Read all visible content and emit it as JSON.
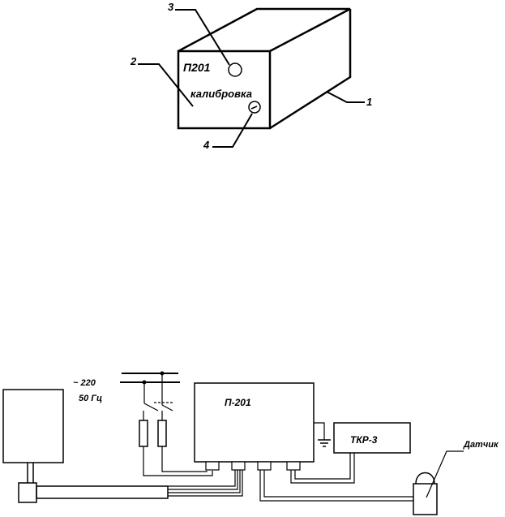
{
  "figure_top": {
    "device_name": "П201",
    "calibration_label": "калибровка",
    "callouts": [
      "1",
      "2",
      "3",
      "4"
    ]
  },
  "figure_bottom": {
    "mains_voltage": "~ 220",
    "mains_frequency": "50 Гц",
    "device_label": "П-201",
    "recorder_label": "ТКР-3",
    "sensor_label": "Датчик"
  }
}
